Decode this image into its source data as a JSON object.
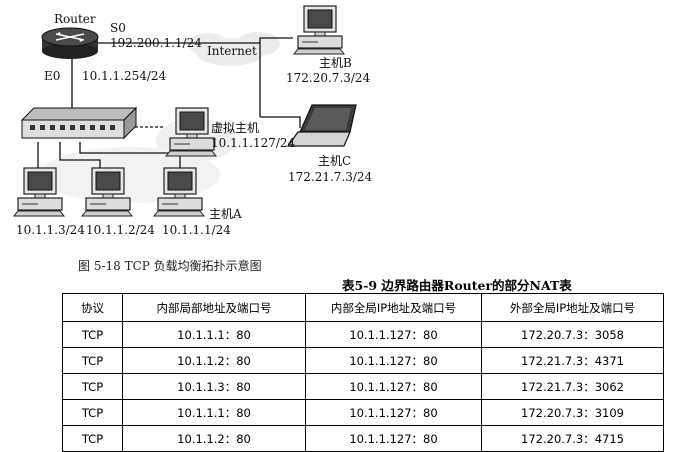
{
  "topology": {
    "router_label": "Router",
    "s0_label": "S0",
    "s0_ip": "192.200.1.1/24",
    "e0_label": "E0",
    "e0_ip": "10.1.1.254/24",
    "internet_label": "Internet",
    "host_b": {
      "name": "主机B",
      "ip": "172.20.7.3/24"
    },
    "host_c": {
      "name": "主机C",
      "ip": "172.21.7.3/24"
    },
    "virtual_host": {
      "name": "虚拟主机",
      "ip": "10.1.1.127/24"
    },
    "host_a": {
      "name": "主机A"
    },
    "pc_ips": [
      "10.1.1.3/24",
      "10.1.1.2/24",
      "10.1.1.1/24"
    ]
  },
  "figure_caption": "图 5-18   TCP 负载均衡拓扑示意图",
  "table_caption": "表5-9   边界路由器Router的部分NAT表",
  "nat_table": {
    "headers": [
      "协议",
      "内部局部地址及端口号",
      "内部全局IP地址及端口号",
      "外部全局IP地址及端口号"
    ],
    "rows": [
      [
        "TCP",
        "10.1.1.1：80",
        "10.1.1.127：80",
        "172.20.7.3：3058"
      ],
      [
        "TCP",
        "10.1.1.2：80",
        "10.1.1.127：80",
        "172.21.7.3：4371"
      ],
      [
        "TCP",
        "10.1.1.3：80",
        "10.1.1.127：80",
        "172.21.7.3：3062"
      ],
      [
        "TCP",
        "10.1.1.1：80",
        "10.1.1.127：80",
        "172.20.7.3：3109"
      ],
      [
        "TCP",
        "10.1.1.2：80",
        "10.1.1.127：80",
        "172.20.7.3：4715"
      ]
    ]
  }
}
